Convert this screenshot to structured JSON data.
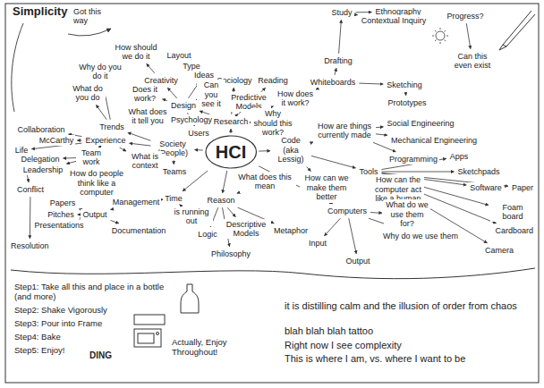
{
  "diagram": {
    "nodes": [
      {
        "text": [
          "Study"
        ]
      },
      {
        "text": [
          "Ethnography"
        ]
      },
      {
        "text": [
          "Contextual Inquiry"
        ]
      },
      {
        "text": [
          "Progress?"
        ]
      },
      {
        "text": [
          "Layout"
        ]
      },
      {
        "text": [
          "Type"
        ]
      },
      {
        "text": [
          "How should we do it"
        ]
      },
      {
        "text": [
          "Why do you do it"
        ]
      },
      {
        "text": [
          "Creativity"
        ]
      },
      {
        "text": [
          "Ideas"
        ]
      },
      {
        "text": [
          "Sociology"
        ]
      },
      {
        "text": [
          "Reading"
        ]
      },
      {
        "text": [
          "Drafting"
        ]
      },
      {
        "text": [
          "Can this even exist"
        ]
      },
      {
        "text": [
          "Whiteboards"
        ]
      },
      {
        "text": [
          "Sketching"
        ]
      },
      {
        "text": [
          "What do you do"
        ]
      },
      {
        "text": [
          "Does it work?"
        ]
      },
      {
        "text": [
          "Can you see it"
        ]
      },
      {
        "text": [
          "Predictive Models"
        ]
      },
      {
        "text": [
          "How does it work?"
        ]
      },
      {
        "text": [
          "Prototypes"
        ]
      },
      {
        "text": [
          "Design"
        ]
      },
      {
        "text": [
          "What does it tell you"
        ]
      },
      {
        "text": [
          "Psychology"
        ]
      },
      {
        "text": [
          "Research"
        ]
      },
      {
        "text": [
          "Why should this work?"
        ]
      },
      {
        "text": [
          "Social Engineering"
        ]
      },
      {
        "text": [
          "How are things currently made"
        ]
      },
      {
        "text": [
          "Trends"
        ]
      },
      {
        "text": [
          "Users"
        ]
      },
      {
        "text": [
          "Experience"
        ]
      },
      {
        "text": [
          "Collaboration"
        ]
      },
      {
        "text": [
          "McCarthy"
        ]
      },
      {
        "text": [
          "Mechanical Engineering"
        ]
      },
      {
        "text": [
          "HCI"
        ]
      },
      {
        "text": [
          "Society (People)"
        ]
      },
      {
        "text": [
          "Code (aka Lessig)"
        ]
      },
      {
        "text": [
          "Life"
        ]
      },
      {
        "text": [
          "Team work"
        ]
      },
      {
        "text": [
          "Delegation"
        ]
      },
      {
        "text": [
          "Leadership"
        ]
      },
      {
        "text": [
          "What is context"
        ]
      },
      {
        "text": [
          "Teams"
        ]
      },
      {
        "text": [
          "Programming"
        ]
      },
      {
        "text": [
          "Apps"
        ]
      },
      {
        "text": [
          "How do people think like a computer"
        ]
      },
      {
        "text": [
          "Tools"
        ]
      },
      {
        "text": [
          "Sketchpads"
        ]
      },
      {
        "text": [
          "What does this mean"
        ]
      },
      {
        "text": [
          "How can we make them better"
        ]
      },
      {
        "text": [
          "How can the computer act like a human"
        ]
      },
      {
        "text": [
          "Software"
        ]
      },
      {
        "text": [
          "Paper"
        ]
      },
      {
        "text": [
          "Conflict"
        ]
      },
      {
        "text": [
          "Management"
        ]
      },
      {
        "text": [
          "Time"
        ]
      },
      {
        "text": [
          "Reason"
        ]
      },
      {
        "text": [
          "Papers"
        ]
      },
      {
        "text": [
          "Computers"
        ]
      },
      {
        "text": [
          "What do we use them for?"
        ]
      },
      {
        "text": [
          "Foam board"
        ]
      },
      {
        "text": [
          "Pitches"
        ]
      },
      {
        "text": [
          "Output"
        ]
      },
      {
        "text": [
          "is running out"
        ]
      },
      {
        "text": [
          "Presentations"
        ]
      },
      {
        "text": [
          "Documentation"
        ]
      },
      {
        "text": [
          "Logic"
        ]
      },
      {
        "text": [
          "Descriptive Models"
        ]
      },
      {
        "text": [
          "Metaphor"
        ]
      },
      {
        "text": [
          "Cardboard"
        ]
      },
      {
        "text": [
          "Why do we use them"
        ]
      },
      {
        "text": [
          "Camera"
        ]
      },
      {
        "text": [
          "Input"
        ]
      },
      {
        "text": [
          "Philosophy"
        ]
      },
      {
        "text": [
          "Output"
        ]
      },
      {
        "text": [
          "Resolution"
        ]
      }
    ],
    "edges": [
      {
        "from": 35,
        "to": 25,
        "arrow": "to"
      },
      {
        "from": 35,
        "to": 36,
        "arrow": "to"
      },
      {
        "from": 35,
        "to": 37,
        "arrow": "to"
      },
      {
        "from": 35,
        "to": 57,
        "arrow": "to"
      },
      {
        "from": 35,
        "to": 56,
        "arrow": "to"
      },
      {
        "from": 35,
        "to": 59,
        "arrow": "to"
      },
      {
        "from": 25,
        "to": 24,
        "arrow": "to"
      },
      {
        "from": 25,
        "to": 19,
        "arrow": "to"
      },
      {
        "from": 25,
        "to": 20,
        "arrow": "to"
      },
      {
        "from": 25,
        "to": 26,
        "arrow": "to"
      },
      {
        "from": 25,
        "to": 10,
        "arrow": "to"
      },
      {
        "from": 25,
        "to": 11,
        "arrow": "to"
      },
      {
        "from": 25,
        "to": 22,
        "arrow": "to"
      },
      {
        "from": 20,
        "to": 14,
        "arrow": "to"
      },
      {
        "from": 14,
        "to": 12,
        "arrow": "to"
      },
      {
        "from": 12,
        "to": 0,
        "arrow": "to"
      },
      {
        "from": 0,
        "to": 1,
        "arrow": "to"
      },
      {
        "from": 0,
        "to": 2,
        "arrow": "to"
      },
      {
        "from": 14,
        "to": 15,
        "arrow": "to"
      },
      {
        "from": 15,
        "to": 21,
        "arrow": "to"
      },
      {
        "from": 22,
        "to": 8,
        "arrow": "to"
      },
      {
        "from": 22,
        "to": 9,
        "arrow": "to"
      },
      {
        "from": 22,
        "to": 18,
        "arrow": "to"
      },
      {
        "from": 9,
        "to": 4,
        "arrow": "to"
      },
      {
        "from": 9,
        "to": 5,
        "arrow": "to"
      },
      {
        "from": 8,
        "to": 6,
        "arrow": "to"
      },
      {
        "from": 22,
        "to": 17,
        "arrow": "to"
      },
      {
        "from": 22,
        "to": 23,
        "arrow": "to"
      },
      {
        "from": 22,
        "to": 30,
        "arrow": "to"
      },
      {
        "from": 36,
        "to": 29,
        "arrow": "to"
      },
      {
        "from": 36,
        "to": 31,
        "arrow": "to"
      },
      {
        "from": 36,
        "to": 43,
        "arrow": "to"
      },
      {
        "from": 29,
        "to": 7,
        "arrow": "to"
      },
      {
        "from": 29,
        "to": 16,
        "arrow": "to"
      },
      {
        "from": 31,
        "to": 32,
        "arrow": "to"
      },
      {
        "from": 31,
        "to": 33,
        "arrow": "to"
      },
      {
        "from": 31,
        "to": 39,
        "arrow": "to"
      },
      {
        "from": 39,
        "to": 40,
        "arrow": "to"
      },
      {
        "from": 39,
        "to": 41,
        "arrow": "to"
      },
      {
        "from": 31,
        "to": 46,
        "arrow": "to"
      },
      {
        "from": 31,
        "to": 42,
        "arrow": "to"
      },
      {
        "from": 31,
        "to": 38,
        "arrow": "to"
      },
      {
        "from": 38,
        "to": 54,
        "arrow": "to"
      },
      {
        "from": 54,
        "to": 76,
        "arrow": "to"
      },
      {
        "from": 56,
        "to": 55,
        "arrow": "to"
      },
      {
        "from": 56,
        "to": 64,
        "arrow": "to"
      },
      {
        "from": 55,
        "to": 63,
        "arrow": "to"
      },
      {
        "from": 63,
        "to": 58,
        "arrow": "to"
      },
      {
        "from": 63,
        "to": 62,
        "arrow": "to"
      },
      {
        "from": 63,
        "to": 65,
        "arrow": "to"
      },
      {
        "from": 63,
        "to": 66,
        "arrow": "to"
      },
      {
        "from": 57,
        "to": 49,
        "arrow": "to"
      },
      {
        "from": 57,
        "to": 67,
        "arrow": "to"
      },
      {
        "from": 57,
        "to": 68,
        "arrow": "to"
      },
      {
        "from": 57,
        "to": 69,
        "arrow": "to"
      },
      {
        "from": 57,
        "to": 74,
        "arrow": "to"
      },
      {
        "from": 37,
        "to": 28,
        "arrow": "to"
      },
      {
        "from": 28,
        "to": 27,
        "arrow": "to"
      },
      {
        "from": 28,
        "to": 34,
        "arrow": "to"
      },
      {
        "from": 28,
        "to": 44,
        "arrow": "to"
      },
      {
        "from": 37,
        "to": 47,
        "arrow": "to"
      },
      {
        "from": 37,
        "to": 50,
        "arrow": "to"
      },
      {
        "from": 47,
        "to": 45,
        "arrow": "to"
      },
      {
        "from": 47,
        "to": 48,
        "arrow": "to"
      },
      {
        "from": 47,
        "to": 52,
        "arrow": "to"
      },
      {
        "from": 47,
        "to": 53,
        "arrow": "to"
      },
      {
        "from": 47,
        "to": 61,
        "arrow": "to"
      },
      {
        "from": 47,
        "to": 70,
        "arrow": "to"
      },
      {
        "from": 47,
        "to": 72,
        "arrow": "to"
      },
      {
        "from": 47,
        "to": 51,
        "arrow": "to"
      },
      {
        "from": 59,
        "to": 60,
        "arrow": "to"
      },
      {
        "from": 59,
        "to": 71,
        "arrow": "to"
      },
      {
        "from": 59,
        "to": 73,
        "arrow": "to"
      },
      {
        "from": 59,
        "to": 75,
        "arrow": "to"
      },
      {
        "from": 3,
        "to": 13,
        "arrow": "to"
      }
    ],
    "labels": [
      "Simplicity",
      "Got this way",
      "Step1: Take all this and place in a bottle (and more)",
      "Step2: Shake Vigorously",
      "Step3: Pour into Frame",
      "Step4: Bake",
      "Step5: Enjoy!",
      "DING",
      "Actually, Enjoy Throughout!",
      "it is distilling calm and the illusion of order from chaos",
      "blah blah blah tattoo",
      "Right now I see complexity",
      "This is where I am, vs. where I want to be"
    ]
  }
}
